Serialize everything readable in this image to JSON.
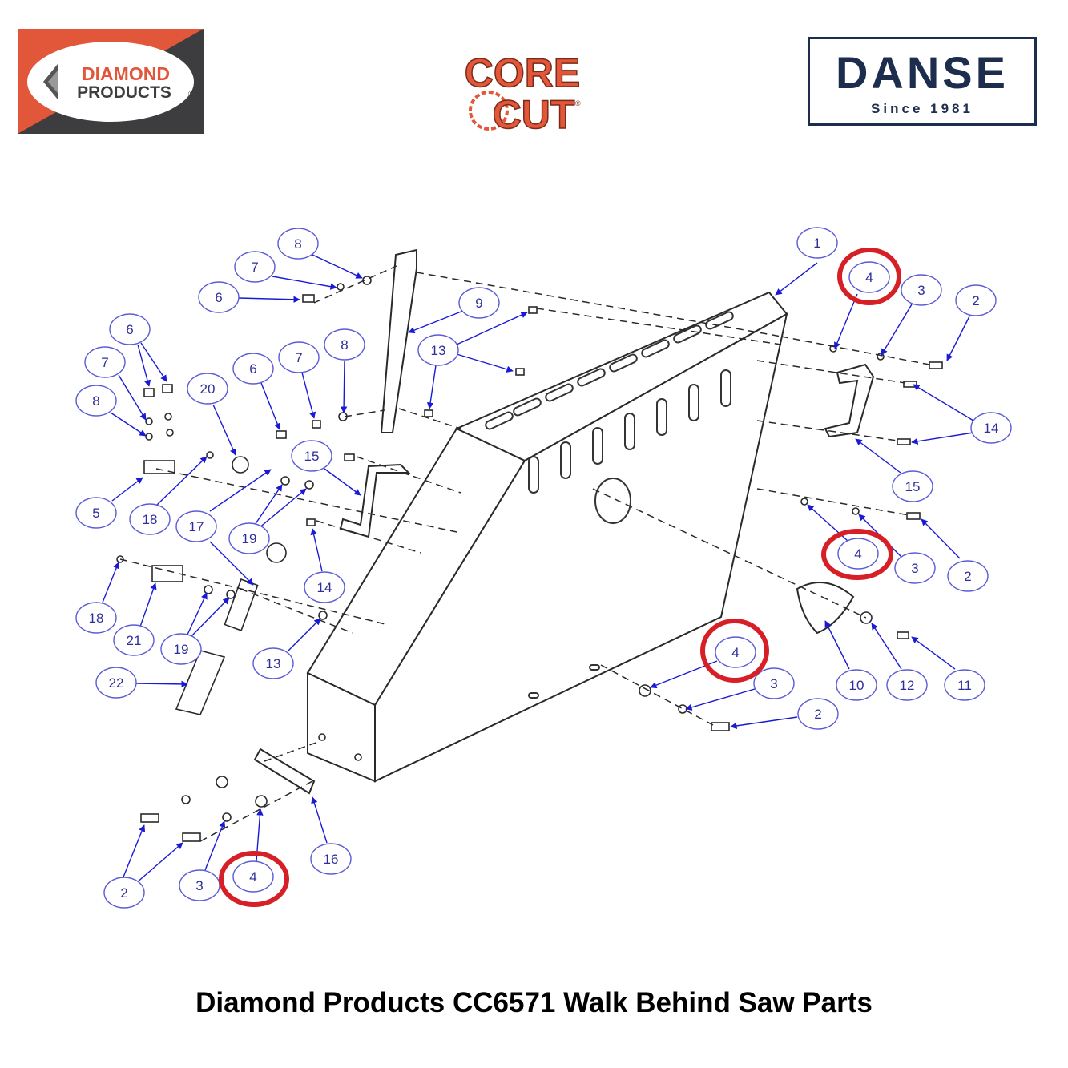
{
  "header": {
    "diamond_logo": {
      "line1": "DIAMOND",
      "line2": "PRODUCTS",
      "mark": "®"
    },
    "corecut_logo": {
      "line1": "CORE",
      "line2": "CUT",
      "mark": "®"
    },
    "danse_logo": {
      "name": "DANSE",
      "tagline": "Since 1981"
    }
  },
  "diagram": {
    "callouts": [
      "1",
      "2",
      "2",
      "2",
      "2",
      "3",
      "3",
      "3",
      "3",
      "4",
      "4",
      "4",
      "4",
      "5",
      "6",
      "6",
      "6",
      "7",
      "7",
      "7",
      "8",
      "8",
      "8",
      "9",
      "10",
      "11",
      "12",
      "13",
      "13",
      "14",
      "14",
      "15",
      "15",
      "16",
      "17",
      "18",
      "18",
      "19",
      "19",
      "20",
      "21",
      "22"
    ],
    "highlight_color": "#d61f26",
    "arrow_color": "#1a1ad6",
    "callout_color": "#2f2f9a"
  },
  "caption": "Diamond Products CC6571 Walk Behind Saw Parts"
}
